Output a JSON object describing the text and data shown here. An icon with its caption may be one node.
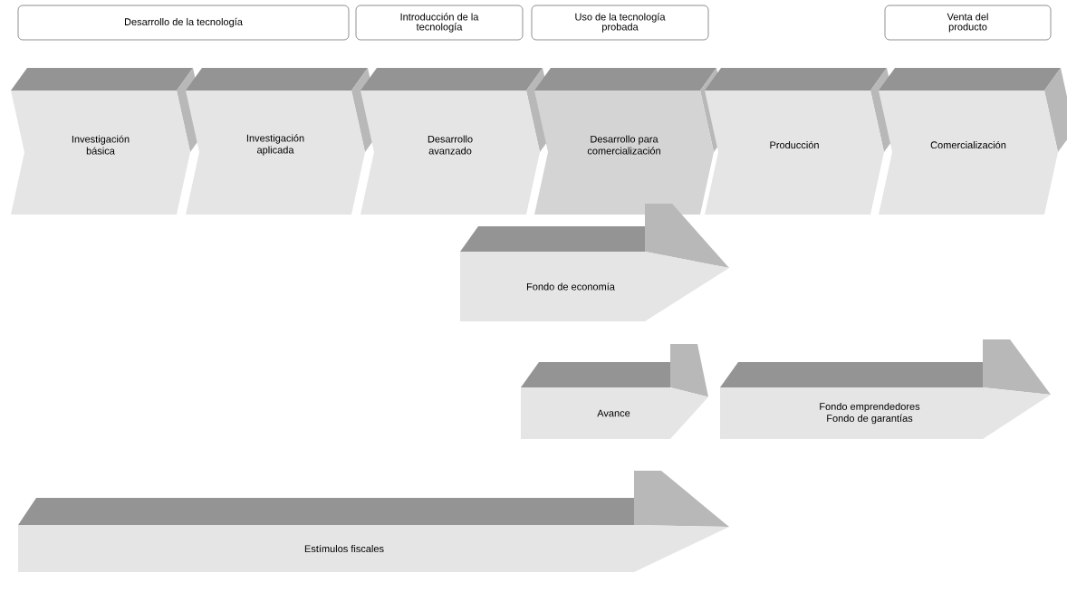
{
  "diagram": {
    "nodes": [
      {
        "text": [
          "Desarrollo de la tecnología"
        ]
      },
      {
        "text": [
          "Introducción de la tecnología"
        ]
      },
      {
        "text": [
          "Uso de la tecnología probada"
        ]
      },
      {
        "text": [
          "Venta del producto"
        ]
      },
      {
        "text": [
          "Investigación básica"
        ]
      },
      {
        "text": [
          "Investigación aplicada"
        ]
      },
      {
        "text": [
          "Desarrollo avanzado"
        ]
      },
      {
        "text": [
          "Desarrollo para comercialización"
        ]
      },
      {
        "text": [
          "Producción"
        ]
      },
      {
        "text": [
          "Comercialización"
        ]
      },
      {
        "text": [
          "Fondo de economía"
        ]
      },
      {
        "text": [
          "Avance"
        ]
      },
      {
        "text": [
          "Fondo emprendedores Fondo de garantías"
        ]
      },
      {
        "text": [
          "Estímulos fiscales"
        ]
      }
    ]
  }
}
